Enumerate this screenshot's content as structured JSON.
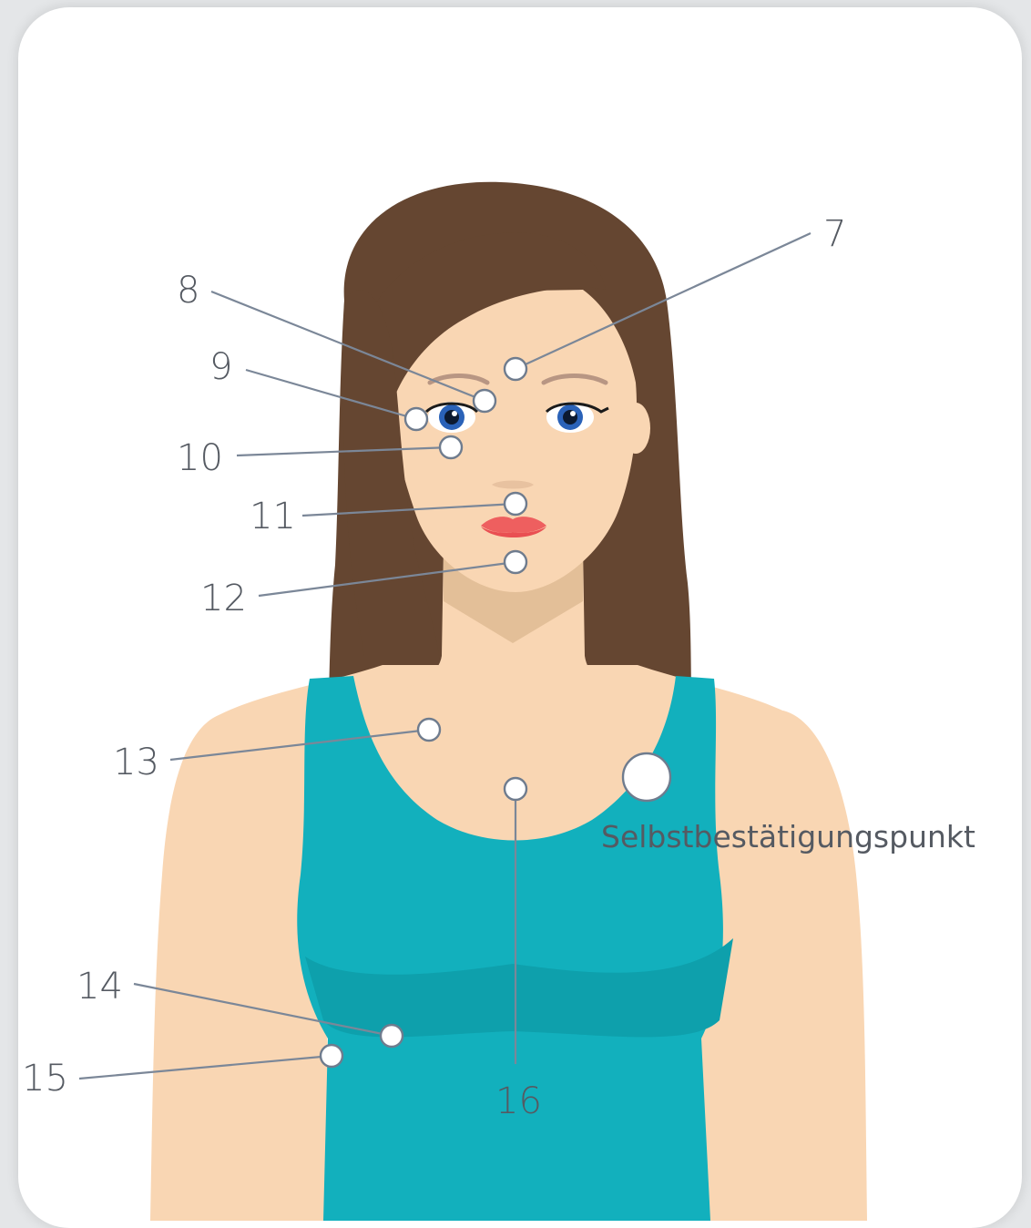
{
  "points": [
    {
      "id": "point-7",
      "label": "7"
    },
    {
      "id": "point-8",
      "label": "8"
    },
    {
      "id": "point-9",
      "label": "9"
    },
    {
      "id": "point-10",
      "label": "10"
    },
    {
      "id": "point-11",
      "label": "11"
    },
    {
      "id": "point-12",
      "label": "12"
    },
    {
      "id": "point-13",
      "label": "13"
    },
    {
      "id": "point-14",
      "label": "14"
    },
    {
      "id": "point-15",
      "label": "15"
    },
    {
      "id": "point-16",
      "label": "16"
    }
  ],
  "self_check": {
    "label": "Selbstbestätigungspunkt"
  },
  "colors": {
    "hair": "#654631",
    "skin": "#f9d6b3",
    "skin_shadow": "#e3bf98",
    "top": "#12b0bd",
    "top_dark": "#0ea0ac",
    "iris": "#2a62b8",
    "lips": "#ee5f5f",
    "brow": "#b89683",
    "leader": "#7b8798"
  }
}
